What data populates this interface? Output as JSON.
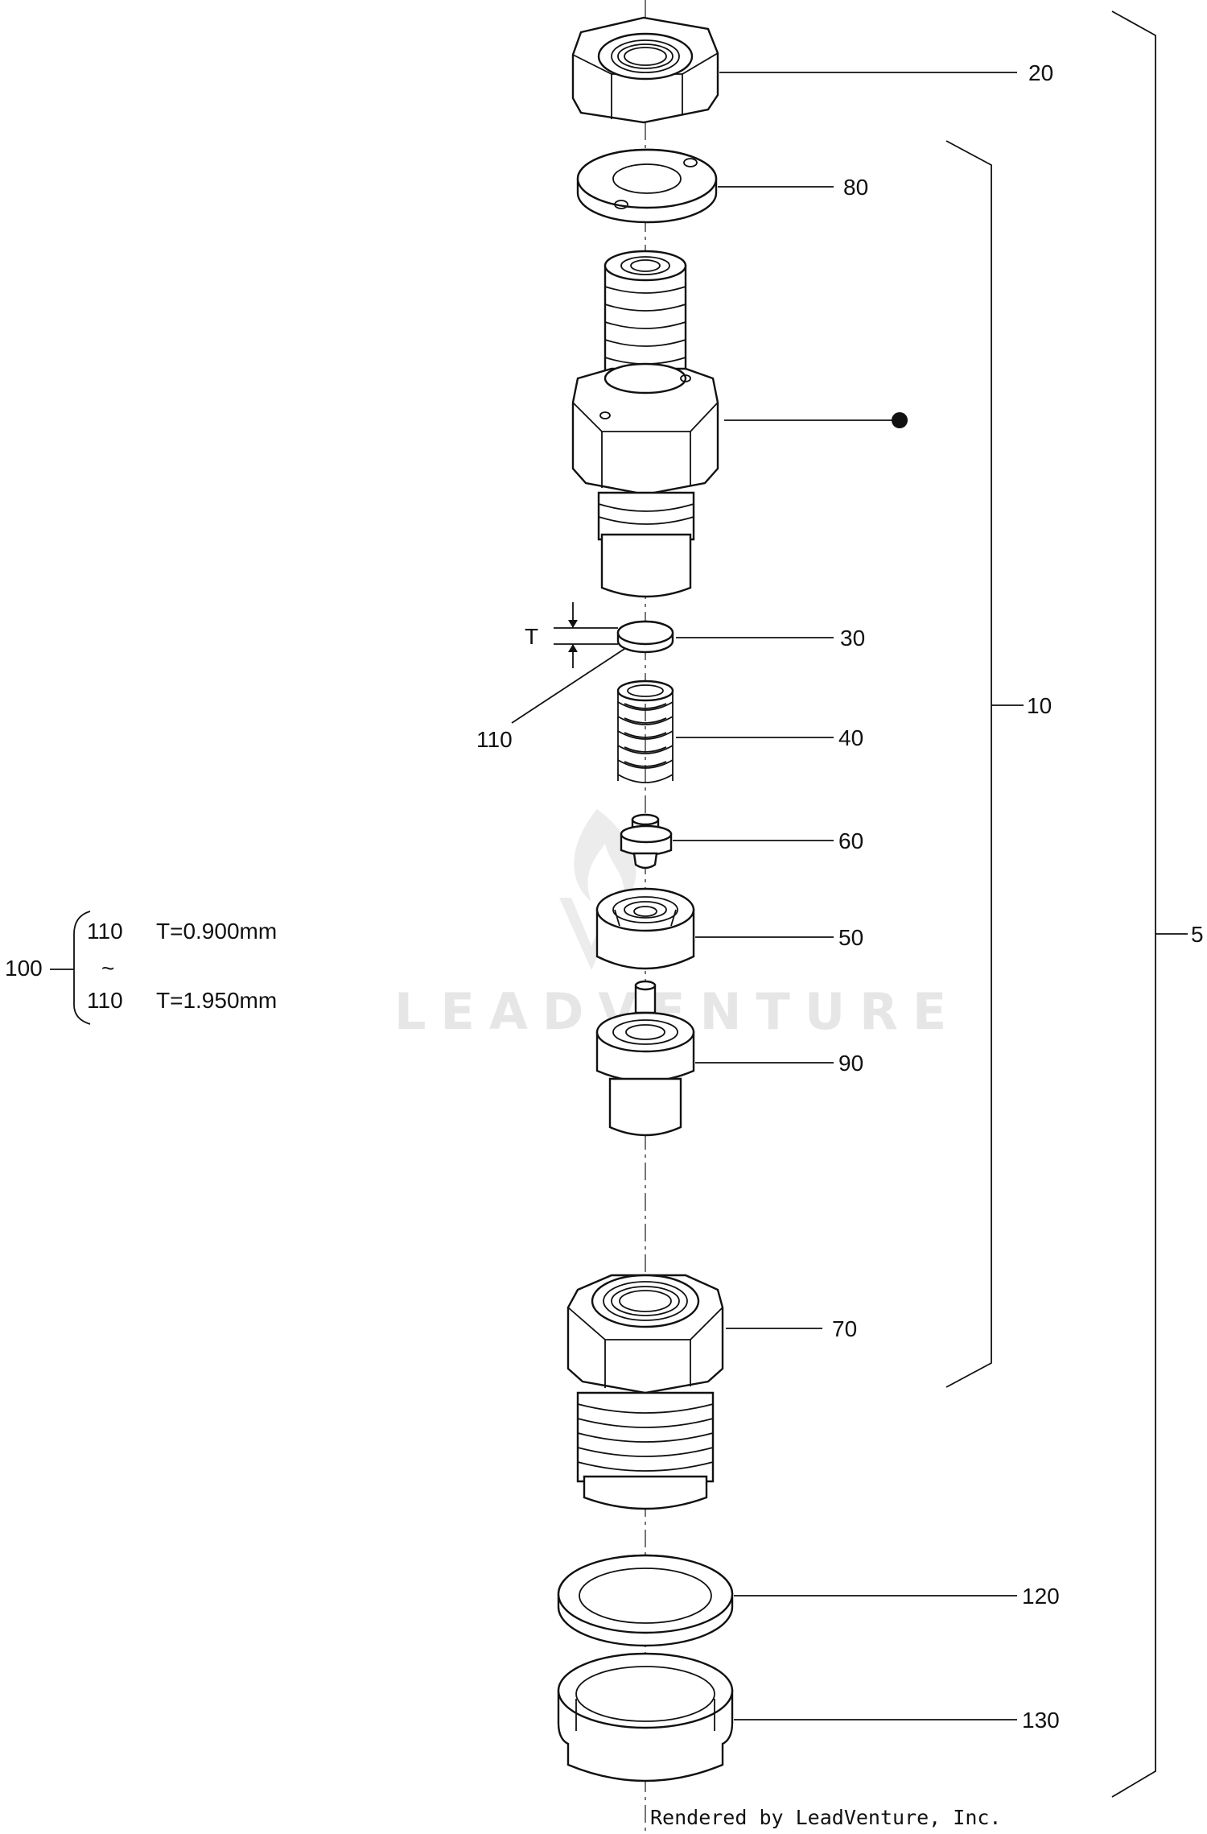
{
  "callouts": [
    {
      "key": "c20",
      "label": "20"
    },
    {
      "key": "c80",
      "label": "80"
    },
    {
      "key": "c30",
      "label": "30"
    },
    {
      "key": "c40",
      "label": "40"
    },
    {
      "key": "c60",
      "label": "60"
    },
    {
      "key": "c50",
      "label": "50"
    },
    {
      "key": "c90",
      "label": "90"
    },
    {
      "key": "c70",
      "label": "70"
    },
    {
      "key": "c120",
      "label": "120"
    },
    {
      "key": "c130",
      "label": "130"
    },
    {
      "key": "c10",
      "label": "10"
    },
    {
      "key": "c5",
      "label": "5"
    },
    {
      "key": "c110",
      "label": "110"
    }
  ],
  "thickness_label": "T",
  "shim_table": {
    "group_label": "100",
    "rows": [
      {
        "part": "110",
        "spec": "T=0.900mm"
      },
      {
        "part": "110",
        "spec": "T=1.950mm"
      }
    ],
    "range_symbol": "~"
  },
  "watermark": "LEADVENTURE",
  "footer": "Rendered by LeadVenture, Inc."
}
